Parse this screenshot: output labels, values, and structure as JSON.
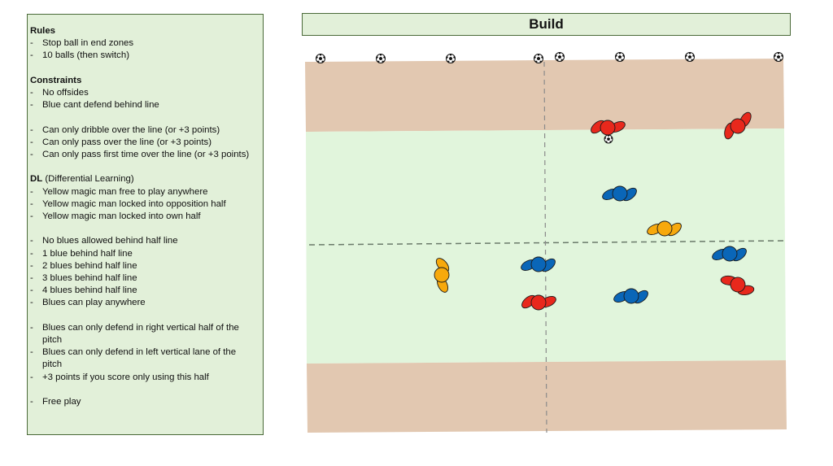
{
  "title": "Build",
  "notes": {
    "sections": [
      {
        "heading": "Rules",
        "heading_suffix": "",
        "items": [
          "Stop ball in end zones",
          "10 balls (then switch)"
        ]
      },
      {
        "heading": "Constraints",
        "heading_suffix": "",
        "items": [
          "No offsides",
          "Blue cant defend behind line"
        ]
      },
      {
        "heading": "",
        "heading_suffix": "",
        "items": [
          "Can only dribble over the line (or +3 points)",
          "Can only pass over the line (or +3 points)",
          "Can only pass first time over the line (or +3 points)"
        ]
      },
      {
        "heading": "DL",
        "heading_suffix": " (Differential Learning)",
        "items": [
          "Yellow magic man free to play anywhere",
          "Yellow magic man locked into opposition half",
          "Yellow magic man locked into own half"
        ]
      },
      {
        "heading": "",
        "heading_suffix": "",
        "items": [
          "No blues allowed behind half line",
          "1 blue behind half line",
          "2 blues behind half line",
          "3 blues behind half line",
          "4 blues behind half line",
          "Blues can play anywhere"
        ]
      },
      {
        "heading": "",
        "heading_suffix": "",
        "items": [
          "Blues can only defend in right vertical half of the pitch",
          "Blues can only defend in left vertical lane of the pitch",
          "+3 points if you score only using this half"
        ]
      },
      {
        "heading": "",
        "heading_suffix": "",
        "items": [
          "Free play"
        ]
      }
    ]
  },
  "pitch": {
    "colors": {
      "end_zone": "#e2c8b1",
      "field": "#e1f5dc",
      "line": "#6a7a6a",
      "red": "#e8281c",
      "blue": "#0a66b8",
      "yellow": "#f7a90c"
    },
    "balls_count_top": 8,
    "players": [
      {
        "team": "red",
        "facing": "down"
      },
      {
        "team": "red",
        "facing": "down-right"
      },
      {
        "team": "blue",
        "facing": "up"
      },
      {
        "team": "yellow",
        "facing": "up"
      },
      {
        "team": "blue",
        "facing": "up"
      },
      {
        "team": "blue",
        "facing": "up"
      },
      {
        "team": "yellow",
        "facing": "left"
      },
      {
        "team": "red",
        "facing": "down"
      },
      {
        "team": "blue",
        "facing": "up"
      },
      {
        "team": "red",
        "facing": "up-right"
      }
    ],
    "player_with_ball": 0
  }
}
